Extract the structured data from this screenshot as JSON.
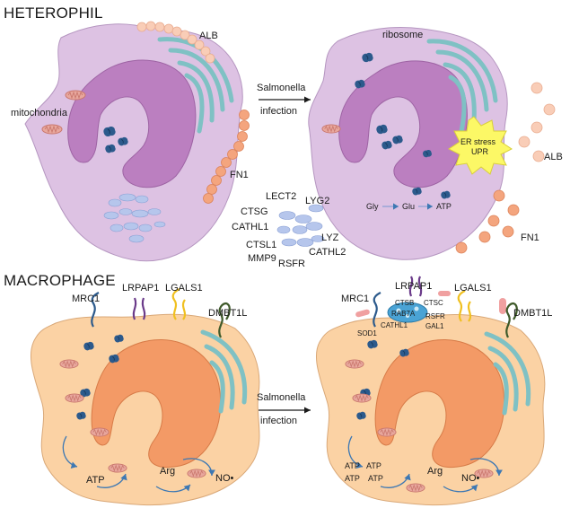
{
  "sections": {
    "heterophil": "HETEROPHIL",
    "macrophage": "MACROPHAGE"
  },
  "arrow_label": {
    "line1": "Salmonella",
    "line2": "infection"
  },
  "heterophil_labels": {
    "alb": "ALB",
    "mitochondria": "mitochondria",
    "fn1": "FN1",
    "ribosome": "ribosome",
    "er_stress": "ER stress",
    "upr": "UPR",
    "gly": "Gly",
    "glu": "Glu",
    "atp": "ATP",
    "alb_right": "ALB",
    "fn1_right": "FN1"
  },
  "granule_labels": [
    "LECT2",
    "LYG2",
    "CTSG",
    "CATHL1",
    "CTSL1",
    "LYZ",
    "MMP9",
    "CATHL2",
    "RSFR"
  ],
  "receptor_labels": {
    "mrc1": "MRC1",
    "lrpap1": "LRPAP1",
    "lgals1": "LGALS1",
    "dmbt1l": "DMBT1L"
  },
  "macrophage_labels": {
    "atp": "ATP",
    "arg": "Arg",
    "no": "NO•"
  },
  "macrophage_right_labels": {
    "sod1": "SOD1",
    "ctsb": "CTSB",
    "ctsc": "CTSC",
    "rab7a": "RAB7A",
    "rsfr": "RSFR",
    "cathl1": "CATHL1",
    "gal1": "GAL1",
    "atp": "ATP",
    "arg": "Arg",
    "no": "NO•"
  },
  "colors": {
    "heterophil_cytoplasm": "#ddc2e3",
    "heterophil_nucleus": "#bb7fc0",
    "macrophage_cytoplasm": "#fbd2a4",
    "macrophage_nucleus": "#f39a66",
    "er": "#7fc1c4",
    "granule": "#b6c6ec",
    "ribosome": "#2c5a8c",
    "alb_bead": "#f9cdb7",
    "fn1_bead": "#f4a57e",
    "mitochondria": "#e8a79d",
    "er_stress_burst": "#fcf866",
    "rab7a": "#4aa3d5",
    "arrow": "#3d78b3"
  }
}
